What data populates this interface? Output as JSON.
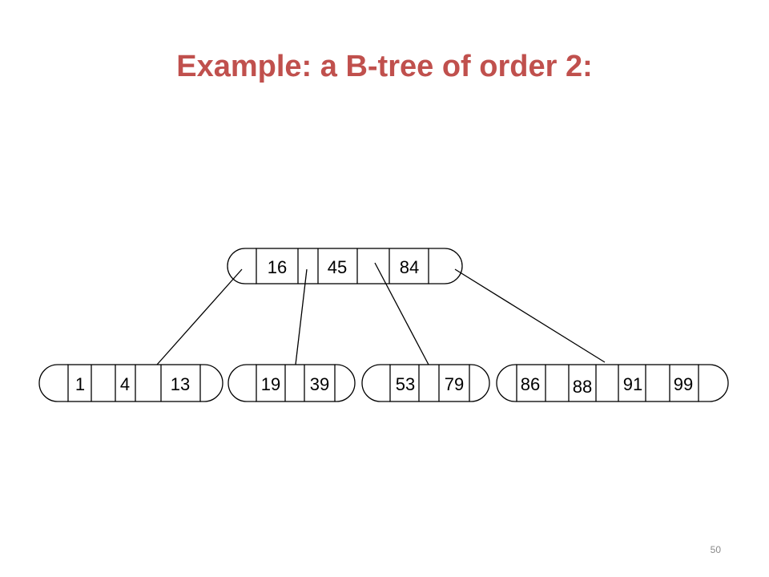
{
  "slide": {
    "title": "Example: a B-tree of order 2:",
    "page_number": "50"
  },
  "tree": {
    "root": {
      "keys": [
        "16",
        "45",
        "84"
      ]
    },
    "children": [
      {
        "keys": [
          "1",
          "4",
          "13"
        ]
      },
      {
        "keys": [
          "19",
          "39"
        ]
      },
      {
        "keys": [
          "53",
          "79"
        ]
      },
      {
        "keys": [
          "86",
          "88",
          "91",
          "99"
        ]
      }
    ]
  }
}
